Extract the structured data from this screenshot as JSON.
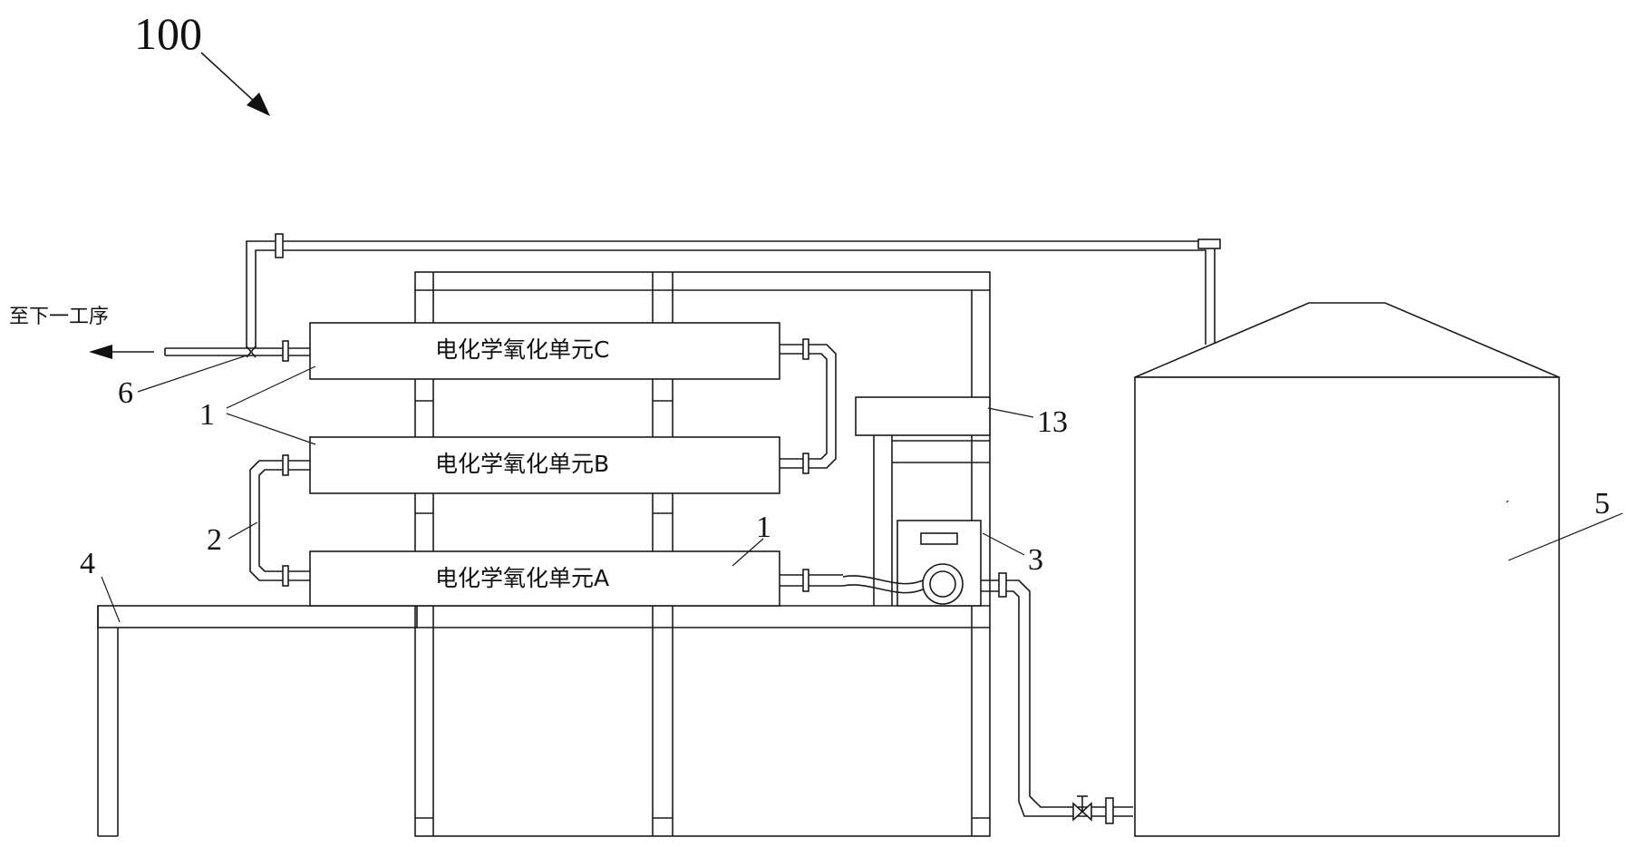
{
  "labels": {
    "system_ref": "100",
    "unit_c": "电化学氧化单元C",
    "unit_b": "电化学氧化单元B",
    "unit_a": "电化学氧化单元A",
    "to_next_process": "至下一工序",
    "ref_unit": "1",
    "ref_pipe": "2",
    "ref_pump": "3",
    "ref_table": "4",
    "ref_tank": "5",
    "ref_valve": "6",
    "ref_controller": "13"
  }
}
